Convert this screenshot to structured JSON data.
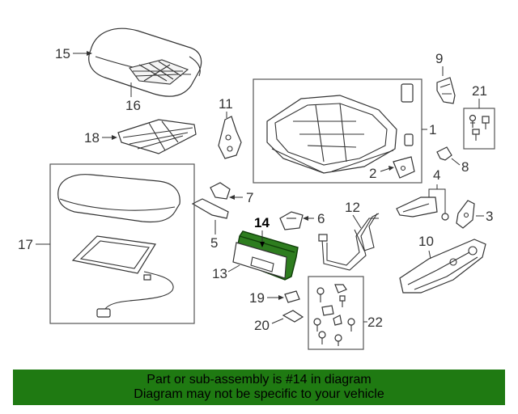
{
  "callouts": {
    "c1": "1",
    "c2": "2",
    "c3": "3",
    "c4": "4",
    "c5": "5",
    "c6": "6",
    "c7": "7",
    "c8": "8",
    "c9": "9",
    "c10": "10",
    "c11": "11",
    "c12": "12",
    "c13": "13",
    "c14": "14",
    "c15": "15",
    "c16": "16",
    "c17": "17",
    "c18": "18",
    "c19": "19",
    "c20": "20",
    "c21": "21",
    "c22": "22"
  },
  "highlight": {
    "part_number": "14",
    "color": "#1f7a12"
  },
  "banner": {
    "line1": "Part or sub-assembly is #14 in diagram",
    "line2": "Diagram may not be specific to your vehicle",
    "bg_color": "#1f7a12"
  }
}
